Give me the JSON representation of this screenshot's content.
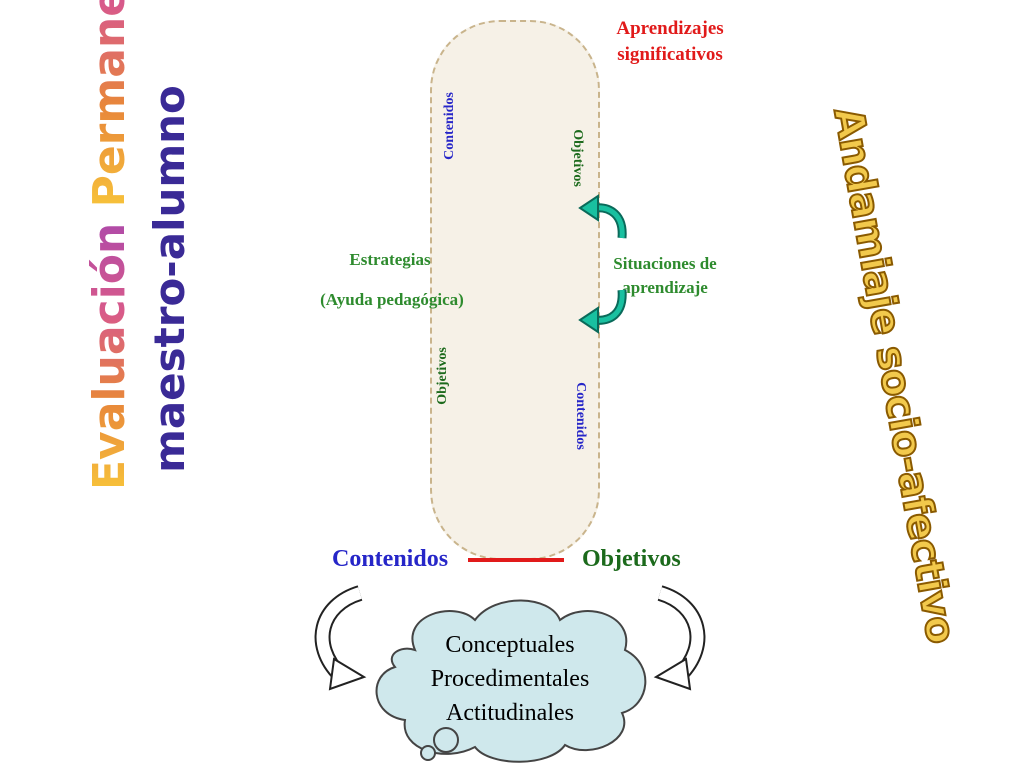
{
  "titles": {
    "evaluacion_word1": "Evaluación",
    "evaluacion_word2": "Permanente",
    "maestro_alumno": "maestro-alumno",
    "andamiaje": "Andamiaje socio-afectivo"
  },
  "labels": {
    "aprendizajes": "Aprendizajes significativos",
    "estrategias": "Estrategias",
    "ayuda": "(Ayuda pedagógica)",
    "situaciones": "Situaciones de aprendizaje",
    "contenidos_top": "Contenidos",
    "objetivos_top": "Objetivos",
    "objetivos_bottom": "Objetivos",
    "contenidos_bottom": "Contenidos",
    "contenidos_big": "Contenidos",
    "objetivos_big": "Objetivos"
  },
  "cloud": {
    "line1": "Conceptuales",
    "line2": "Procedimentales",
    "line3": "Actitudinales"
  },
  "colors": {
    "red": "#e11a1a",
    "green": "#2e8b2e",
    "blue": "#2626c8",
    "cloud_fill": "#cfe8ec",
    "helix": "#d8c4a0"
  }
}
